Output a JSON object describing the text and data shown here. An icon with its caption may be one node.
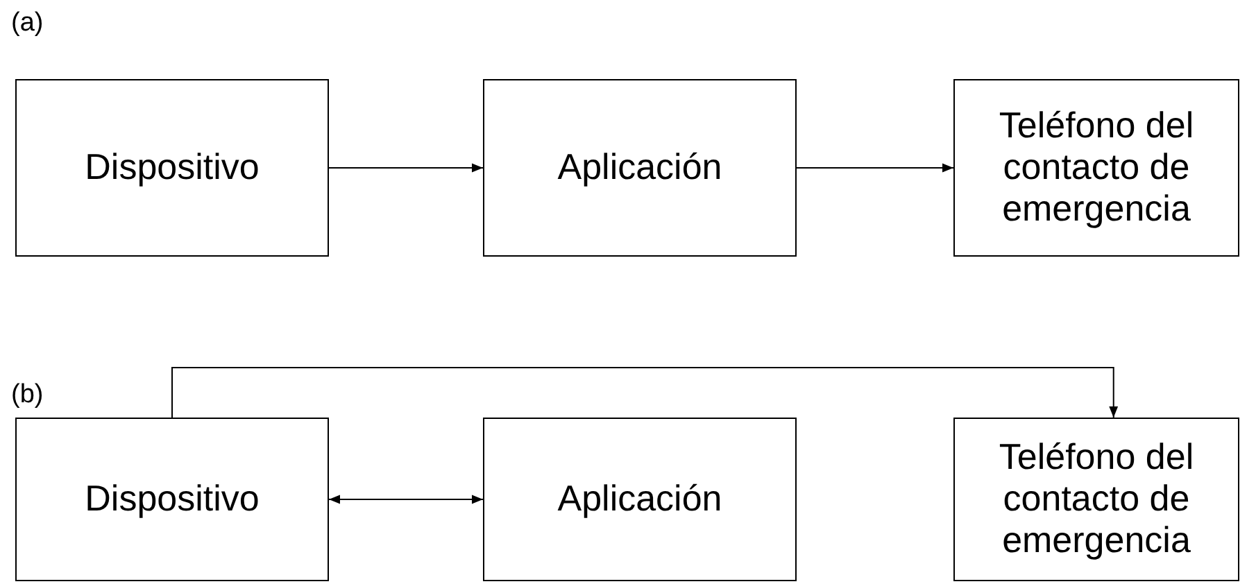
{
  "diagram": {
    "nodes": [
      {
        "text": [
          "Dispositivo"
        ]
      },
      {
        "text": [
          "Aplicación"
        ]
      },
      {
        "text": [
          "Teléfono del contacto de emergencia"
        ]
      },
      {
        "text": [
          "Dispositivo"
        ]
      },
      {
        "text": [
          "Aplicación"
        ]
      },
      {
        "text": [
          "Teléfono del contacto de emergencia"
        ]
      }
    ],
    "edges": [
      {
        "from": 0,
        "to": 1,
        "arrow": "to"
      },
      {
        "from": 1,
        "to": 2,
        "arrow": "to"
      },
      {
        "from": 3,
        "to": 5,
        "arrow": "to"
      },
      {
        "from": 3,
        "to": 4,
        "arrow": "both"
      }
    ],
    "labels": [
      "(a)",
      "(b)"
    ]
  }
}
